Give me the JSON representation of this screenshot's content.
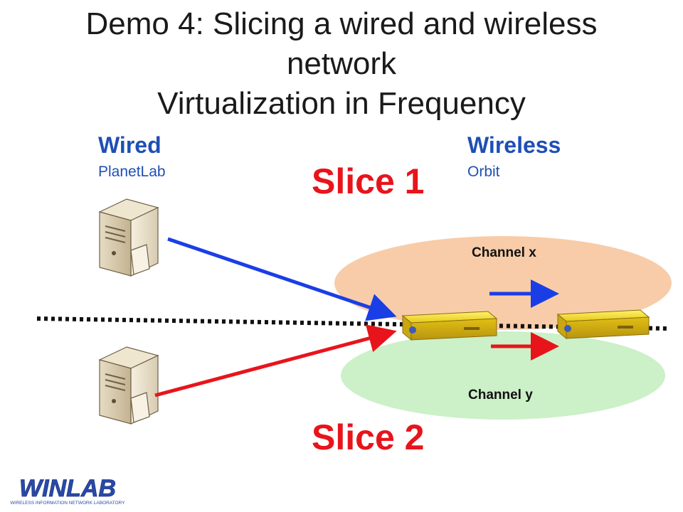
{
  "title": {
    "line1": "Demo 4: Slicing a wired and wireless",
    "line2": "network",
    "line3": "Virtualization in Frequency"
  },
  "wired": {
    "heading": "Wired",
    "sub": "PlanetLab"
  },
  "wireless": {
    "heading": "Wireless",
    "sub": "Orbit"
  },
  "slices": {
    "slice1": "Slice 1",
    "slice2": "Slice 2"
  },
  "channels": {
    "x": "Channel x",
    "y": "Channel y"
  },
  "logo": {
    "main": "WINLAB",
    "tagline": "WIRELESS INFORMATION NETWORK LABORATORY"
  },
  "colors": {
    "heading_blue": "#1f4fb5",
    "slice_red": "#e8141b",
    "slice1_arrow": "#1a3ee6",
    "slice2_arrow": "#e8141b",
    "channel_x_region": "#f8cca8",
    "channel_y_region": "#ccf0c8",
    "logo_blue": "#2a4aa8"
  }
}
